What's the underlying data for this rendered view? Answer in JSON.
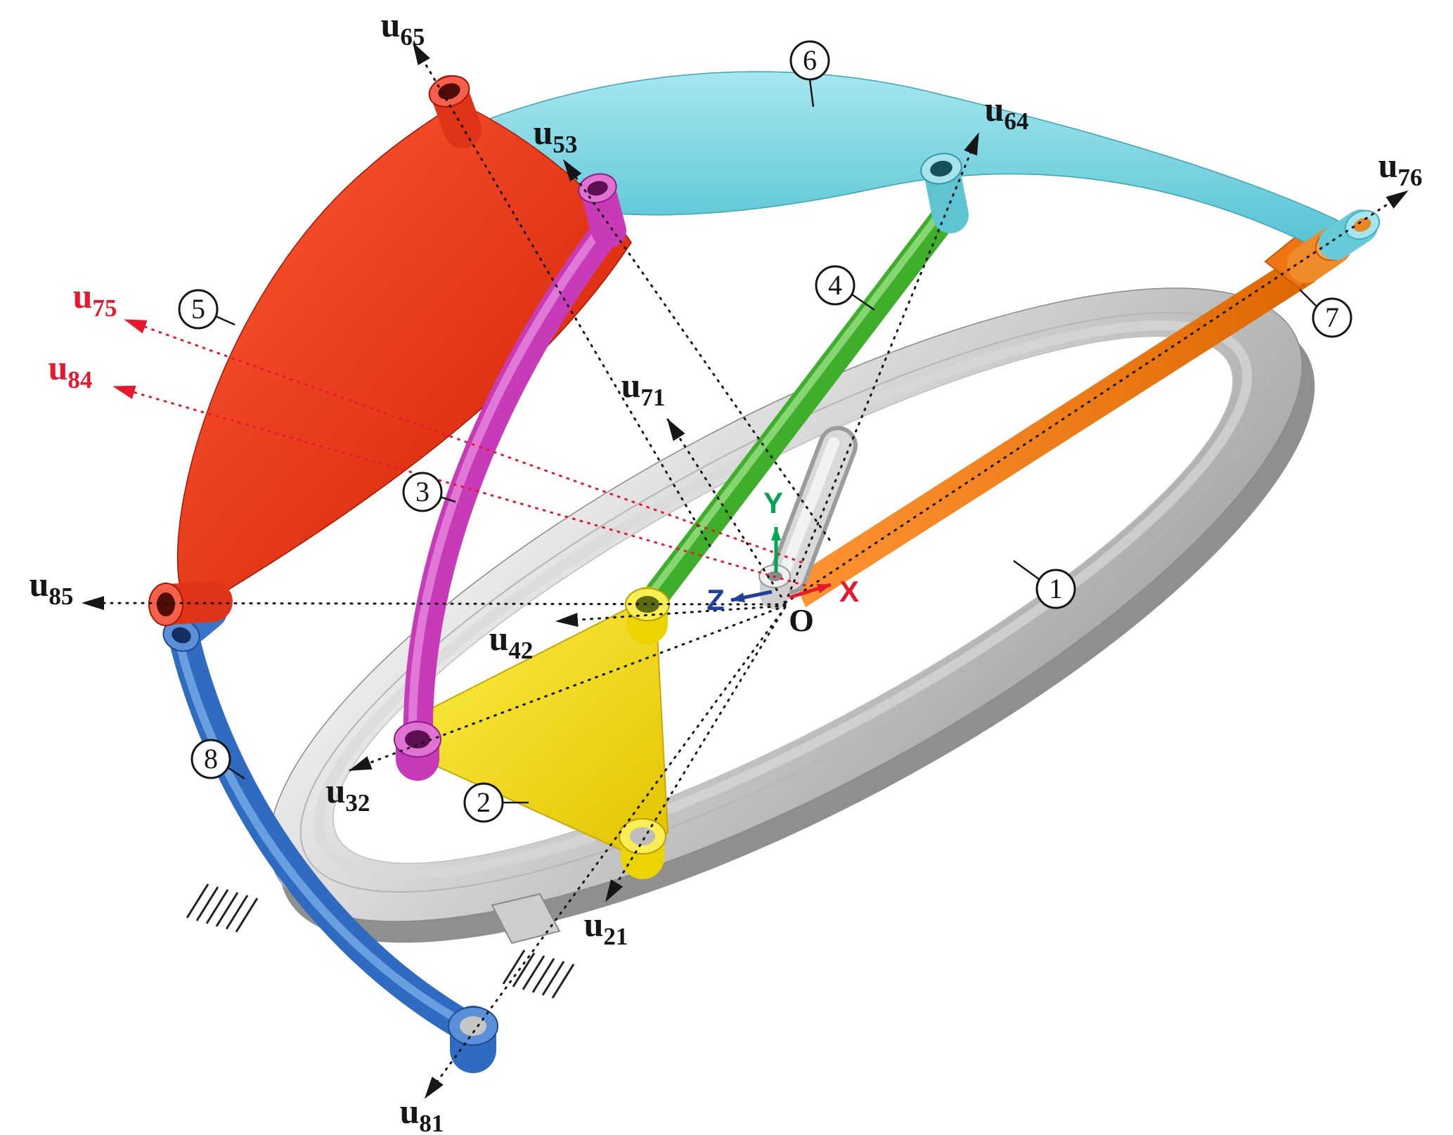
{
  "frame": {
    "origin_label": "O",
    "x_label": "X",
    "y_label": "Y",
    "z_label": "Z",
    "x_color": "#e8192c",
    "y_color": "#00a651",
    "z_color": "#2040a0"
  },
  "links": {
    "1": {
      "label": "1",
      "color": "#c8c8c8"
    },
    "2": {
      "label": "2",
      "color": "#f5d800"
    },
    "3": {
      "label": "3",
      "color": "#c73ab8"
    },
    "4": {
      "label": "4",
      "color": "#3fae2a"
    },
    "5": {
      "label": "5",
      "color": "#e03418"
    },
    "6": {
      "label": "6",
      "color": "#6fd2df"
    },
    "7": {
      "label": "7",
      "color": "#ef7514"
    },
    "8": {
      "label": "8",
      "color": "#2f6bc0"
    }
  },
  "vectors": {
    "u65": {
      "main": "u",
      "sub": "65",
      "color": "#161616"
    },
    "u53": {
      "main": "u",
      "sub": "53",
      "color": "#161616"
    },
    "u64": {
      "main": "u",
      "sub": "64",
      "color": "#161616"
    },
    "u76": {
      "main": "u",
      "sub": "76",
      "color": "#161616"
    },
    "u75": {
      "main": "u",
      "sub": "75",
      "color": "#e8192c"
    },
    "u84": {
      "main": "u",
      "sub": "84",
      "color": "#e8192c"
    },
    "u71": {
      "main": "u",
      "sub": "71",
      "color": "#161616"
    },
    "u85": {
      "main": "u",
      "sub": "85",
      "color": "#161616"
    },
    "u42": {
      "main": "u",
      "sub": "42",
      "color": "#161616"
    },
    "u32": {
      "main": "u",
      "sub": "32",
      "color": "#161616"
    },
    "u21": {
      "main": "u",
      "sub": "21",
      "color": "#161616"
    },
    "u81": {
      "main": "u",
      "sub": "81",
      "color": "#161616"
    }
  }
}
